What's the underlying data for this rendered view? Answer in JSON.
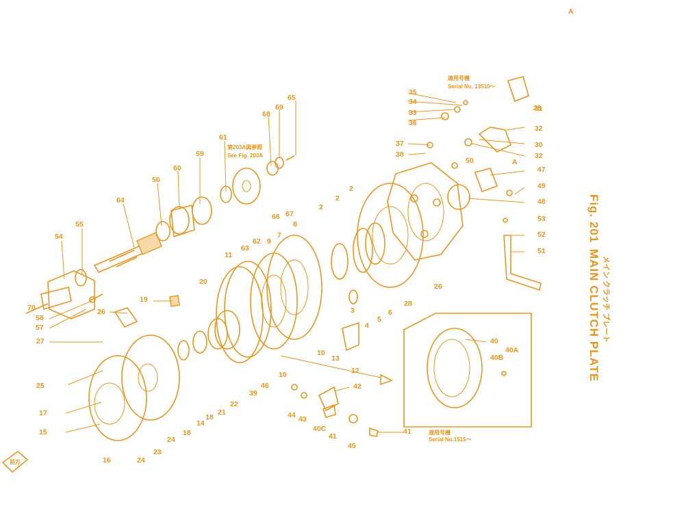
{
  "title": {
    "fig": "Fig. 201",
    "name": "MAIN CLUTCH PLATE",
    "japanese": "メイン クラッチ プレート"
  },
  "notes": {
    "serial_top_jp": "適用号機",
    "serial_top": "Serial No. 13510～",
    "serial_bottom_jp": "適用号機",
    "serial_bottom": "Serial No.1515～",
    "see_fig_jp": "第203A図参照",
    "see_fig": "See Fig. 203A",
    "front_jp": "前方"
  },
  "labels": [
    "2",
    "2",
    "2",
    "3",
    "4",
    "5",
    "6",
    "7",
    "8",
    "9",
    "10",
    "10",
    "11",
    "12",
    "13",
    "14",
    "15",
    "16",
    "17",
    "18",
    "18",
    "19",
    "20",
    "21",
    "22",
    "23",
    "24",
    "24",
    "25",
    "26",
    "26",
    "27",
    "28",
    "29",
    "30",
    "31",
    "32",
    "32",
    "33",
    "34",
    "35",
    "36",
    "37",
    "38",
    "39",
    "40",
    "40A",
    "40B",
    "40C",
    "41",
    "41",
    "42",
    "43",
    "44",
    "45",
    "46",
    "47",
    "48",
    "49",
    "50",
    "51",
    "52",
    "53",
    "54",
    "55",
    "56",
    "57",
    "58",
    "59",
    "60",
    "61",
    "62",
    "63",
    "64",
    "65",
    "66",
    "67",
    "68",
    "69",
    "70",
    "A",
    "A"
  ]
}
